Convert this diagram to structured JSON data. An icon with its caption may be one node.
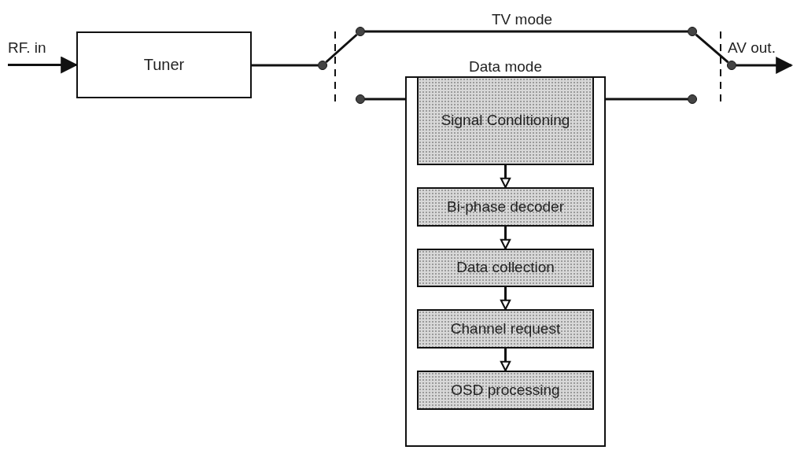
{
  "diagram": {
    "nodes": [
      {
        "text": [
          "Tuner"
        ]
      },
      {
        "text": [],
        "shape": "circle"
      },
      {
        "text": [],
        "shape": "circle"
      },
      {
        "text": [],
        "shape": "circle"
      },
      {
        "text": [
          "Data mode"
        ]
      },
      {
        "text": [
          "Signal Conditioning"
        ],
        "in": 4
      },
      {
        "text": [
          "Bi-phase decoder"
        ],
        "in": 4
      },
      {
        "text": [
          "Data collection"
        ],
        "in": 4
      },
      {
        "text": [
          "Channel request"
        ],
        "in": 4
      },
      {
        "text": [
          "OSD processing"
        ],
        "in": 4
      },
      {
        "text": [],
        "shape": "circle"
      },
      {
        "text": [],
        "shape": "circle"
      },
      {
        "text": [],
        "shape": "circle"
      }
    ],
    "edges": [
      {
        "from": null,
        "to": 0,
        "arrow": "to",
        "label": "RF. in"
      },
      {
        "from": 0,
        "to": 1,
        "arrow": "none"
      },
      {
        "from": 1,
        "to": 2,
        "arrow": "none"
      },
      {
        "from": 2,
        "to": 10,
        "arrow": "none",
        "label": "TV mode"
      },
      {
        "from": 3,
        "to": 4,
        "arrow": "none"
      },
      {
        "from": 4,
        "to": 11,
        "arrow": "none"
      },
      {
        "from": 5,
        "to": 6,
        "arrow": "to"
      },
      {
        "from": 6,
        "to": 7,
        "arrow": "to"
      },
      {
        "from": 7,
        "to": 8,
        "arrow": "to"
      },
      {
        "from": 8,
        "to": 9,
        "arrow": "to"
      },
      {
        "from": 10,
        "to": 12,
        "arrow": "none"
      },
      {
        "from": 12,
        "to": null,
        "arrow": "to",
        "label": "AV out."
      }
    ]
  }
}
